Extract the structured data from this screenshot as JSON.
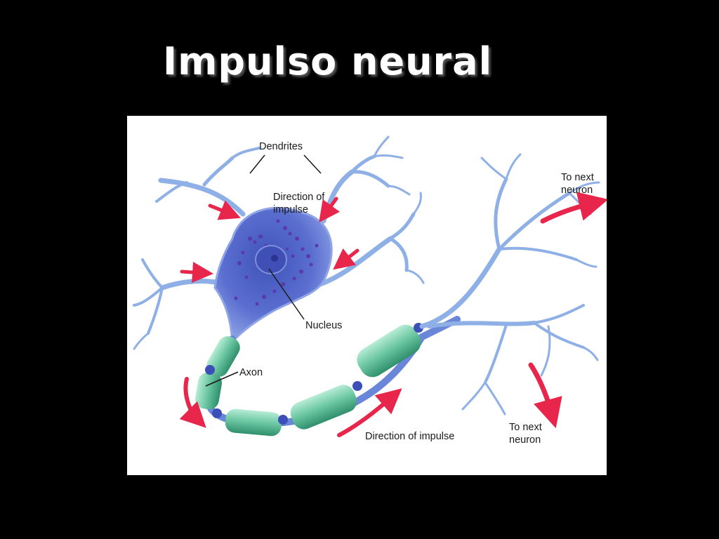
{
  "slide": {
    "title": "Impulso neural"
  },
  "diagram": {
    "labels": {
      "dendrites": "Dendrites",
      "direction_top_1": "Direction of",
      "direction_top_2": "impulse",
      "to_next_top_1": "To next",
      "to_next_top_2": "neuron",
      "nucleus": "Nucleus",
      "axon": "Axon",
      "direction_bottom": "Direction of impulse",
      "to_next_bottom_1": "To next",
      "to_next_bottom_2": "neuron"
    },
    "colors": {
      "cell_body": "#5b6fd0",
      "dendrite": "#8fb0e6",
      "myelin": "#6fc9a5",
      "node": "#3c4fb8",
      "arrow": "#e8254a",
      "granules": "#5a3aa8"
    }
  }
}
